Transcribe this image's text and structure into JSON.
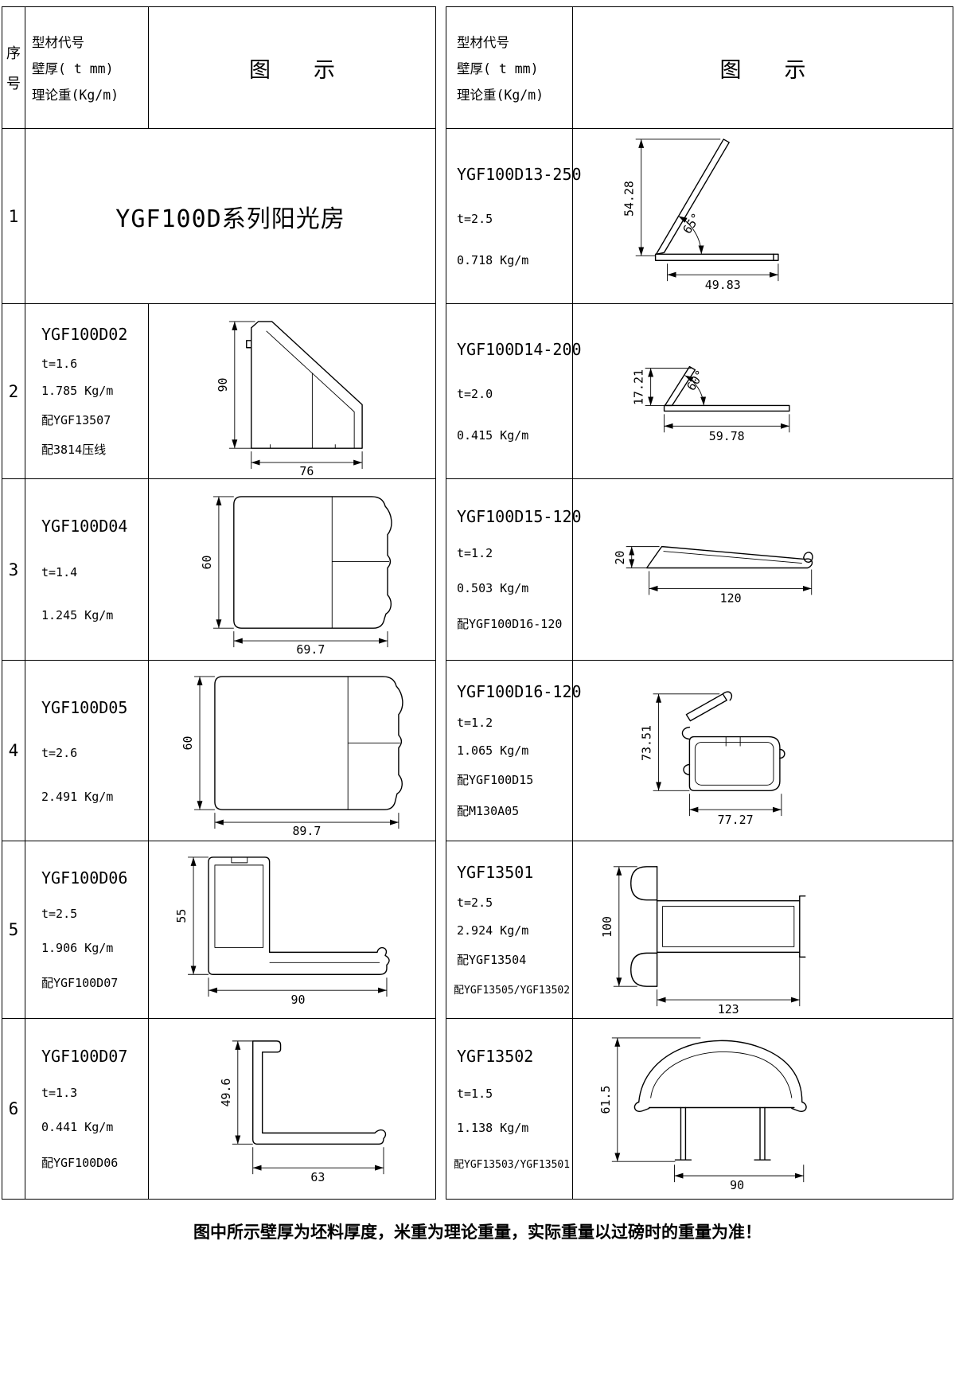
{
  "header": {
    "seq_lines": [
      "序",
      "号"
    ],
    "spec_lines": [
      "型材代号",
      "壁厚( t mm)",
      "理论重(Kg/m)"
    ],
    "diagram": "图　　示"
  },
  "left": {
    "rows": [
      {
        "seq": "1",
        "title": "YGF100D系列阳光房"
      },
      {
        "seq": "2",
        "code": "YGF100D02",
        "subs": [
          "t=1.6",
          "1.785 Kg/m",
          "配YGF13507",
          "配3814压线"
        ],
        "dim_h": "90",
        "dim_w": "76"
      },
      {
        "seq": "3",
        "code": "YGF100D04",
        "subs": [
          "t=1.4",
          "1.245 Kg/m"
        ],
        "dim_h": "60",
        "dim_w": "69.7"
      },
      {
        "seq": "4",
        "code": "YGF100D05",
        "subs": [
          "t=2.6",
          "2.491 Kg/m"
        ],
        "dim_h": "60",
        "dim_w": "89.7"
      },
      {
        "seq": "5",
        "code": "YGF100D06",
        "subs": [
          "t=2.5",
          "1.906 Kg/m",
          "配YGF100D07"
        ],
        "dim_h": "55",
        "dim_w": "90"
      },
      {
        "seq": "6",
        "code": "YGF100D07",
        "subs": [
          "t=1.3",
          "0.441 Kg/m",
          "配YGF100D06"
        ],
        "dim_h": "49.6",
        "dim_w": "63"
      }
    ]
  },
  "right": {
    "rows": [
      {
        "code": "YGF100D13-250",
        "subs": [
          "t=2.5",
          "0.718 Kg/m"
        ],
        "dim_h": "54.28",
        "dim_w": "49.83",
        "angle": "65°"
      },
      {
        "code": "YGF100D14-200",
        "subs": [
          "t=2.0",
          "0.415 Kg/m"
        ],
        "dim_h": "17.21",
        "dim_w": "59.78",
        "angle": "60°"
      },
      {
        "code": "YGF100D15-120",
        "subs": [
          "t=1.2",
          "0.503 Kg/m",
          "配YGF100D16-120"
        ],
        "dim_h": "20",
        "dim_w": "120"
      },
      {
        "code": "YGF100D16-120",
        "subs": [
          "t=1.2",
          "1.065 Kg/m",
          "配YGF100D15",
          "配M130A05"
        ],
        "dim_h": "73.51",
        "dim_w": "77.27"
      },
      {
        "code": "YGF13501",
        "subs": [
          "t=2.5",
          "2.924 Kg/m",
          "配YGF13504",
          "配YGF13505/YGF13502"
        ],
        "dim_h": "100",
        "dim_w": "123"
      },
      {
        "code": "YGF13502",
        "subs": [
          "t=1.5",
          "1.138 Kg/m",
          "配YGF13503/YGF13501"
        ],
        "dim_h": "61.5",
        "dim_w": "90"
      }
    ]
  },
  "footer": {
    "note": "图中所示壁厚为坯料厚度，米重为理论重量，实际重量以过磅时的重量为准！"
  }
}
